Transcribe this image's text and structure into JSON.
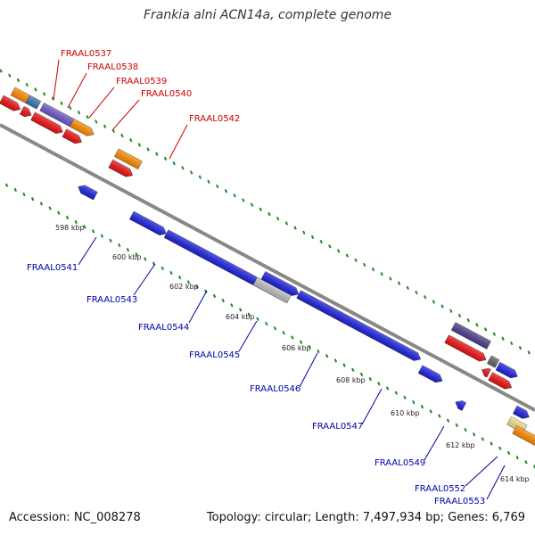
{
  "title": "Frankia alni ACN14a, complete genome",
  "footer": {
    "accession": "Accession: NC_008278",
    "topology": "Topology: circular; Length: 7,497,934 bp; Genes: 6,769"
  },
  "colors": {
    "backbone": "#888888",
    "tick": "#1a8a1a",
    "label_top": "#cc0000",
    "label_bottom": "#0000aa"
  },
  "scale_labels": [
    "598 kbp",
    "600 kbp",
    "602 kbp",
    "604 kbp",
    "606 kbp",
    "608 kbp",
    "610 kbp",
    "612 kbp",
    "614 kbp"
  ],
  "labels_top": [
    "FRAAL0537",
    "FRAAL0538",
    "FRAAL0539",
    "FRAAL0540",
    "FRAAL0542"
  ],
  "labels_bottom": [
    "FRAAL0541",
    "FRAAL0543",
    "FRAAL0544",
    "FRAAL0545",
    "FRAAL0546",
    "FRAAL0547",
    "FRAAL0549",
    "FRAAL0552",
    "FRAAL0553"
  ]
}
